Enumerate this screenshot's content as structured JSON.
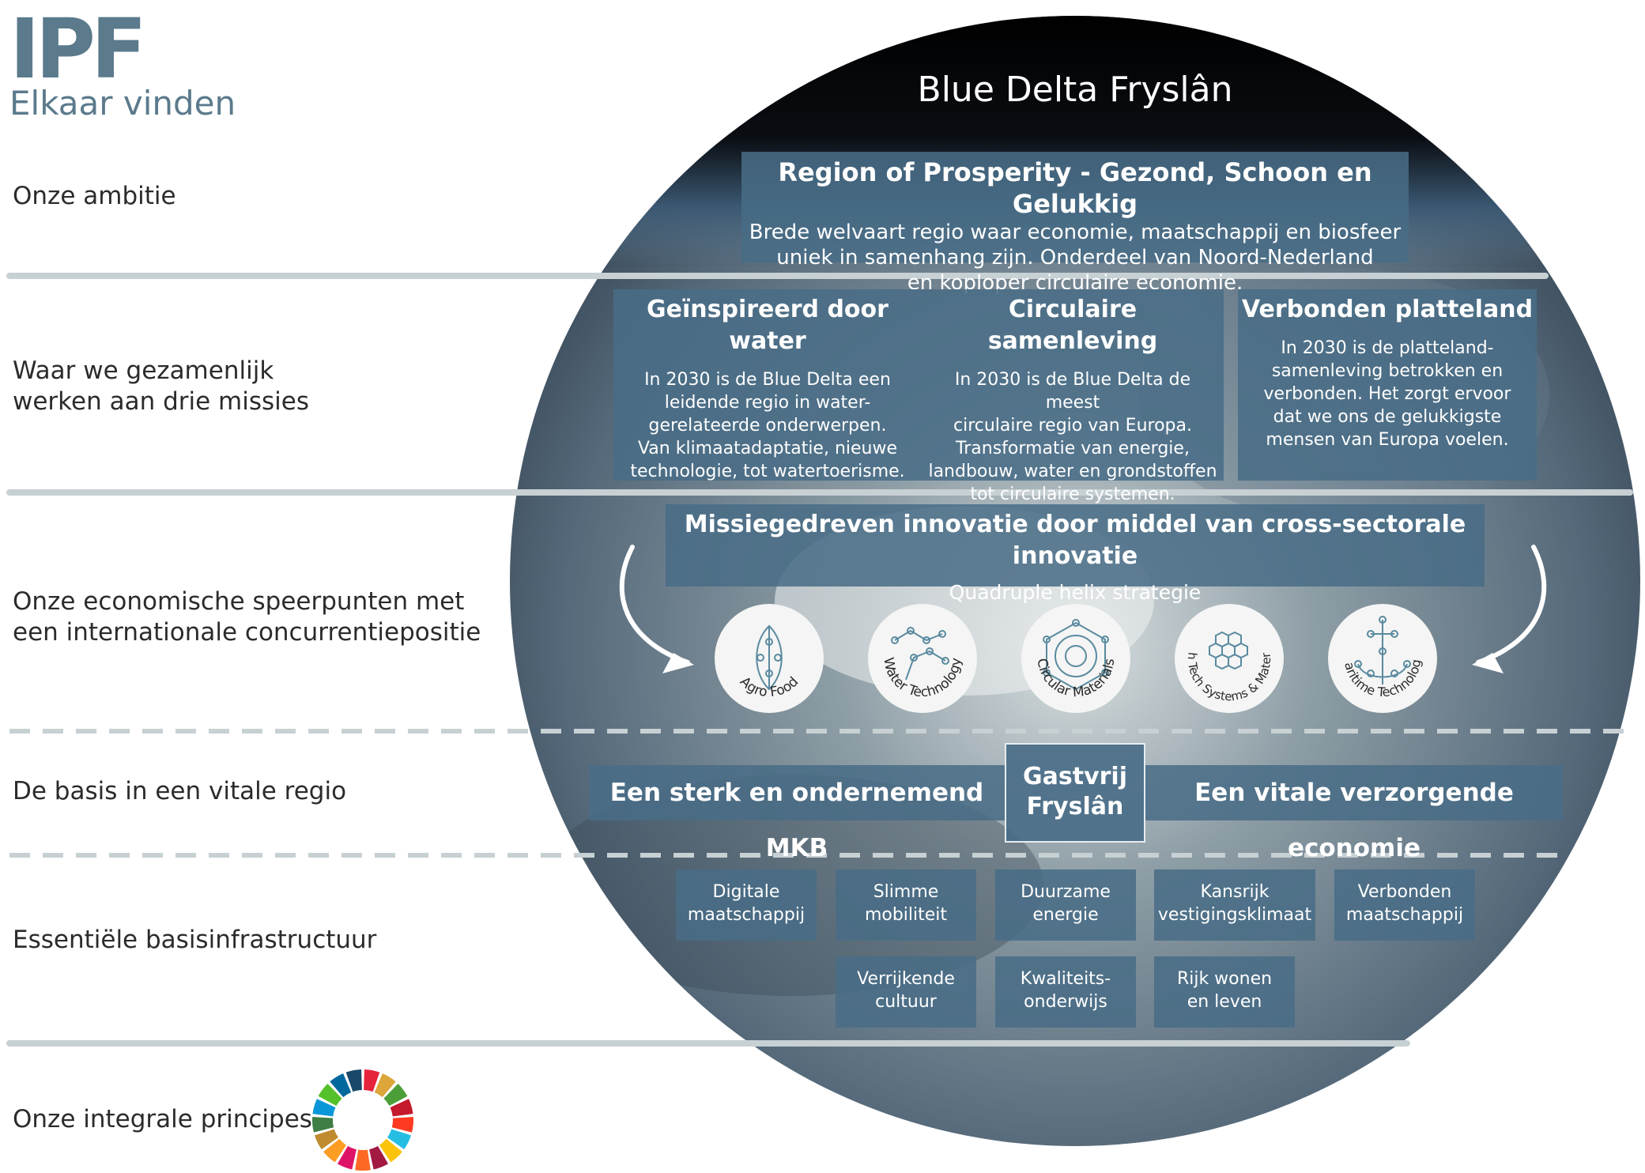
{
  "logo": {
    "mark": "IPF",
    "tagline": "Elkaar vinden"
  },
  "left_labels": [
    "Onze ambitie",
    "Waar we gezamenlijk\nwerken aan drie missies",
    "Onze economische speerpunten met\neen internationale concurrentiepositie",
    "De basis in een vitale regio",
    "Essentiële basisinfrastructuur",
    "Onze integrale principes"
  ],
  "title": "Blue Delta Fryslân",
  "ambition": {
    "heading": "Region of Prosperity - Gezond, Schoon en Gelukkig",
    "text": "Brede welvaart regio waar economie, maatschappij en biosfeer\nuniek in samenhang zijn. Onderdeel van Noord-Nederland\nen koploper circulaire economie."
  },
  "missions": [
    {
      "heading": "Geïnspireerd door water",
      "text": "In 2030 is de Blue Delta een\nleidende regio in water-\ngerelateerde onderwerpen.\nVan klimaatadaptatie, nieuwe\ntechnologie, tot watertoerisme."
    },
    {
      "heading": "Circulaire samenleving",
      "text": "In 2030 is de Blue Delta de meest\ncirculaire regio van Europa.\nTransformatie van energie,\nlandbouw, water en grondstoffen\ntot circulaire systemen."
    },
    {
      "heading": "Verbonden platteland",
      "text": "In 2030 is de platteland-\nsamenleving betrokken en\nverbonden. Het zorgt ervoor\ndat we ons de gelukkigste\nmensen van Europa voelen."
    }
  ],
  "innovation": {
    "heading": "Missiegedreven innovatie door middel van cross-sectorale innovatie",
    "subheading": "Quadruple helix strategie"
  },
  "spearheads": [
    {
      "label": "Agro Food",
      "icon": "agro-food-icon"
    },
    {
      "label": "Water Technology",
      "icon": "water-technology-icon"
    },
    {
      "label": "Circular Materials",
      "icon": "circular-materials-icon"
    },
    {
      "label": "High Tech Systems & Materials",
      "icon": "high-tech-icon"
    },
    {
      "label": "Maritime Technology",
      "icon": "maritime-technology-icon"
    }
  ],
  "basis": {
    "left": "Een sterk en ondernemend MKB",
    "center": "Gastvrij\nFryslân",
    "right": "Een vitale verzorgende economie"
  },
  "infrastructure": [
    "Digitale\nmaatschappij",
    "Slimme\nmobiliteit",
    "Duurzame\nenergie",
    "Kansrijk\nvestigingsklimaat",
    "Verbonden\nmaatschappij",
    "Verrijkende\ncultuur",
    "Kwaliteits-\nonderwijs",
    "Rijk wonen\nen leven"
  ],
  "colors": {
    "box": "#486c86",
    "logo": "#5b7a8c",
    "lines": "#c7d0d3",
    "sdg": [
      "#e5243b",
      "#dda63a",
      "#4c9f38",
      "#c5192d",
      "#ff3a21",
      "#26bde2",
      "#fcc30b",
      "#a21942",
      "#fd6925",
      "#dd1367",
      "#fd9d24",
      "#bf8b2e",
      "#3f7e44",
      "#0a97d9",
      "#56c02b",
      "#00689d",
      "#19486a"
    ]
  }
}
